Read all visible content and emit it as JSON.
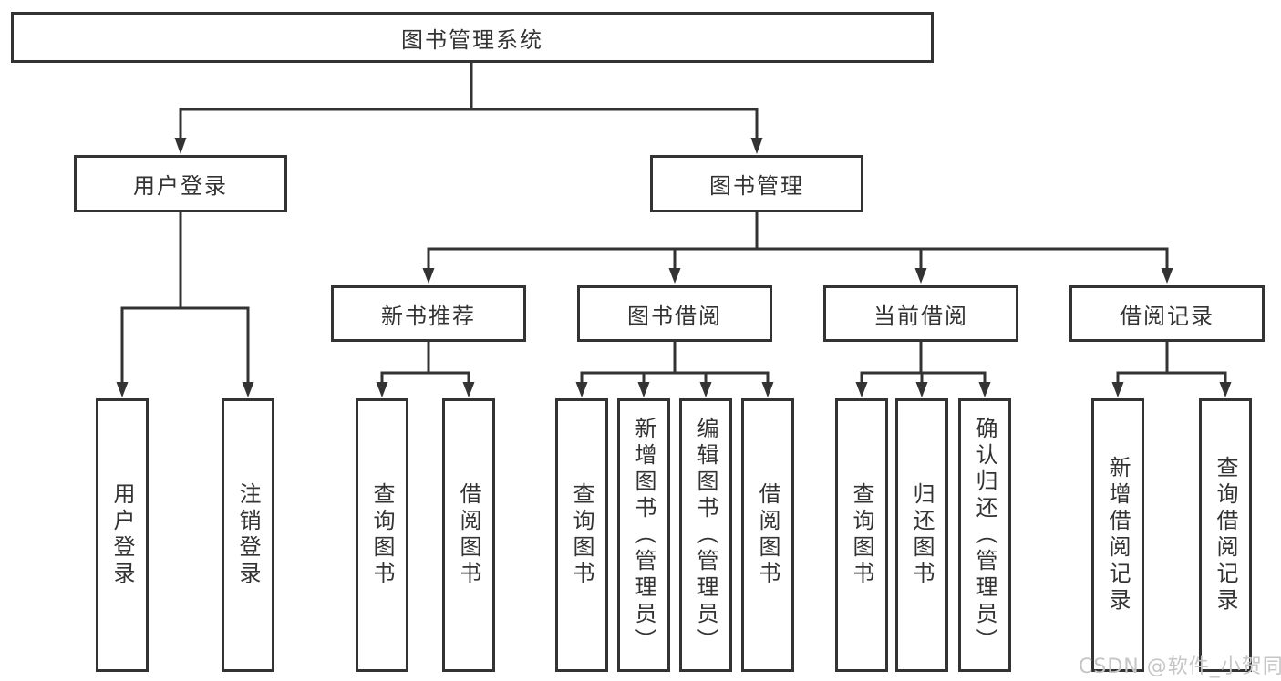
{
  "diagram": {
    "root": {
      "label": "图书管理系统"
    },
    "login": {
      "label": "用户登录",
      "children": [
        "用户登录",
        "注销登录"
      ]
    },
    "management": {
      "label": "图书管理"
    },
    "newbook": {
      "label": "新书推荐",
      "children": [
        "查询图书",
        "借阅图书"
      ]
    },
    "borrow": {
      "label": "图书借阅",
      "children": [
        "查询图书",
        "新增图书（管理员）",
        "编辑图书（管理员）",
        "借阅图书"
      ]
    },
    "current": {
      "label": "当前借阅",
      "children": [
        "查询图书",
        "归还图书",
        "确认归还（管理员）"
      ]
    },
    "records": {
      "label": "借阅记录",
      "children": [
        "新增借阅记录",
        "查询借阅记录"
      ]
    }
  },
  "watermark": "CSDN @软件_小贺同学",
  "colors": {
    "line": "#333333",
    "text": "#333333",
    "background": "#ffffff",
    "watermark": "#c6c6c6"
  }
}
